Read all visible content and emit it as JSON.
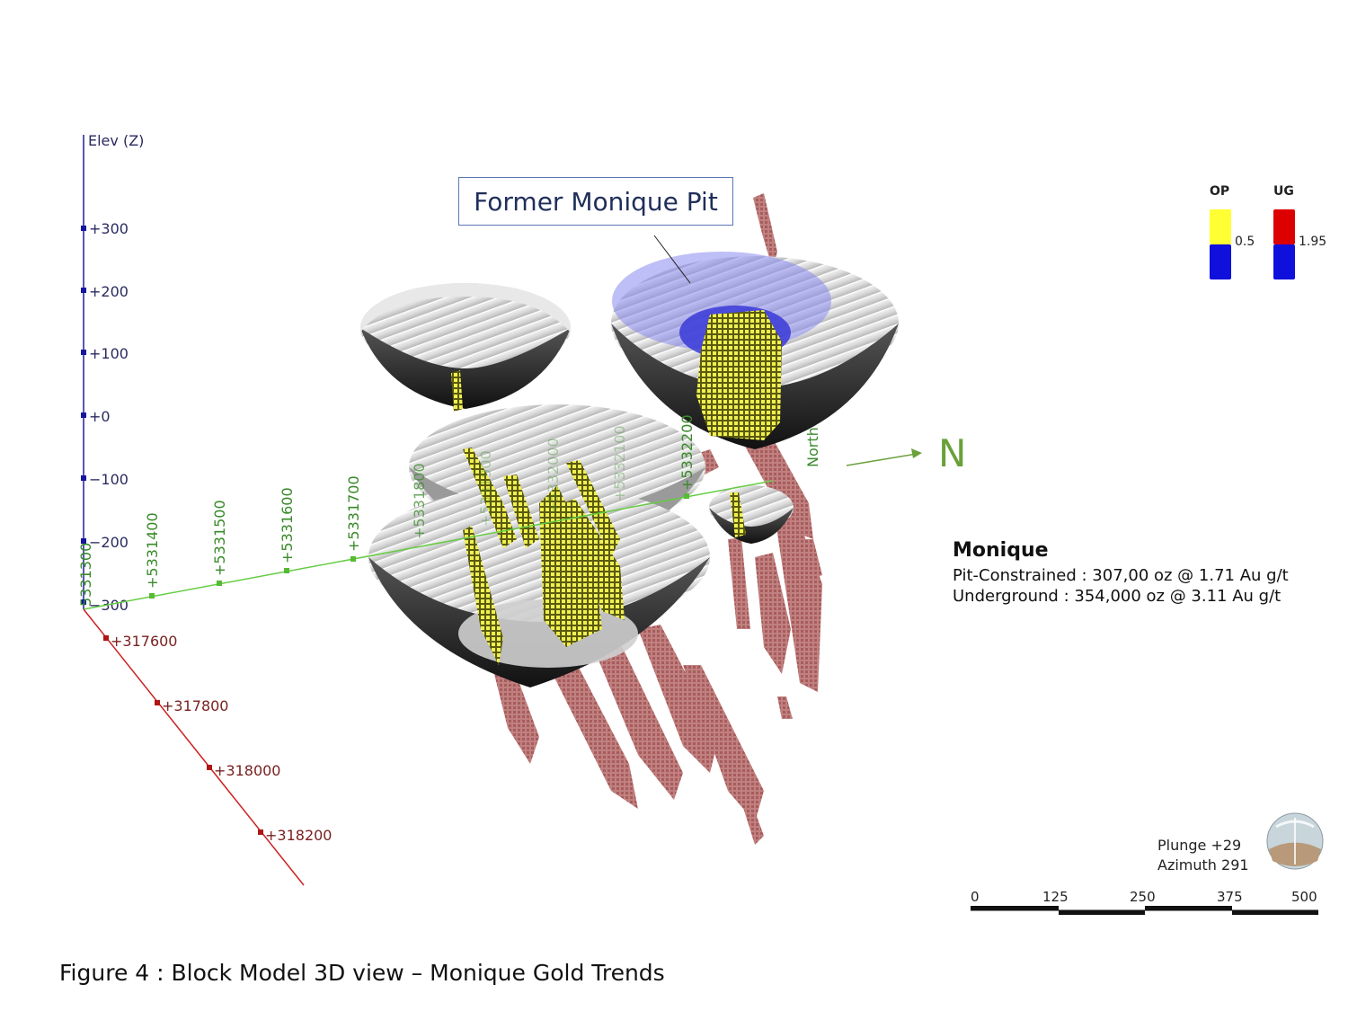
{
  "callout": {
    "label": "Former Monique Pit"
  },
  "north_label": "N",
  "elevation_axis": {
    "title": "Elev (Z)",
    "ticks": [
      "+300",
      "+200",
      "+100",
      "+0",
      "−100",
      "−200",
      "−300"
    ]
  },
  "northing_axis": {
    "ticks": [
      "5331300",
      "+5331400",
      "+5331500",
      "+5331600",
      "+5331700",
      "+5331800",
      "+5331900",
      "+5332000",
      "+5332100",
      "+5332200"
    ],
    "north_text": "North"
  },
  "easting_axis": {
    "ticks": [
      "+317600",
      "+317800",
      "+318000",
      "+318200"
    ]
  },
  "legend": {
    "op": {
      "header": "OP",
      "cutoff": "0.5",
      "top_color": "#ffff33",
      "bottom_color": "#1010dd"
    },
    "ug": {
      "header": "UG",
      "cutoff": "1.95",
      "top_color": "#dd0000",
      "bottom_color": "#1010dd"
    }
  },
  "summary": {
    "title": "Monique",
    "pit_line": "Pit-Constrained : 307,00 oz @ 1.71 Au g/t",
    "ug_line": "Underground : 354,000 oz @ 3.11 Au g/t"
  },
  "orientation": {
    "plunge": "Plunge +29",
    "azimuth": "Azimuth 291"
  },
  "scale_bar": {
    "labels": [
      "0",
      "125",
      "250",
      "375",
      "500"
    ]
  },
  "caption": "Figure 4 : Block Model 3D view – Monique Gold Trends",
  "colors": {
    "elevation_axis": "#2020a0",
    "northing_axis": "#66cc44",
    "easting_axis": "#cc2222",
    "ug_blocks": "#b06a6a",
    "op_blocks": "#e8e840",
    "pit_shell": "#d8d8d8",
    "former_pit": "#7a7ae8"
  }
}
